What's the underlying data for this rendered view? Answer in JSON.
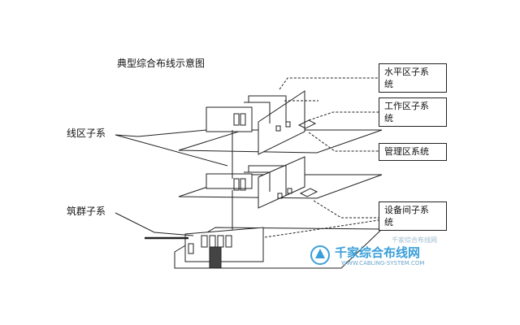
{
  "title": "典型综合布线示意图",
  "left_labels": {
    "building_backbone": "线区子系",
    "campus": "筑群子系"
  },
  "right_labels": {
    "horizontal": [
      "水平区子系",
      "统"
    ],
    "work_area": [
      "工作区子系",
      "统"
    ],
    "admin": [
      "管理区系统"
    ],
    "equipment_room": [
      "设备间子系",
      "统"
    ]
  },
  "watermark": {
    "brand": "千家综合布线网",
    "url": "WWW.CABLING-SYSTEM.COM",
    "tag": "千家综合布线网",
    "brand_color": "#3a9fd8"
  }
}
